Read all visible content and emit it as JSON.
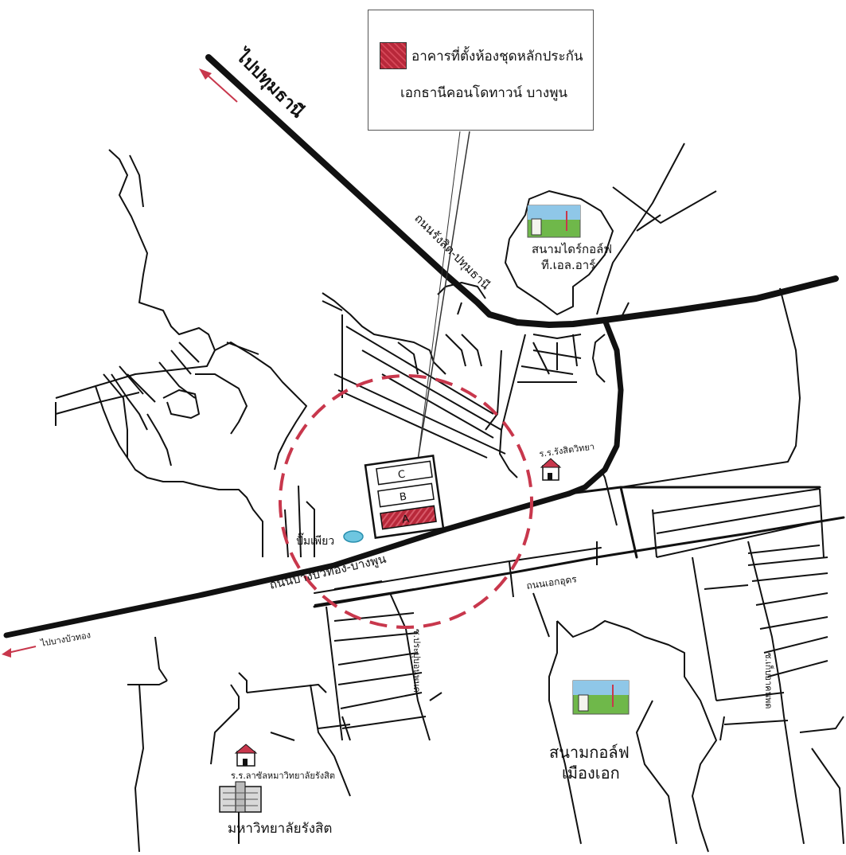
{
  "legend": {
    "line1": "อาคารที่ตั้งห้องชุดหลักประกัน",
    "line2": "เอกธานีคอนโดทาวน์ บางพูน"
  },
  "directions": {
    "pathum_thani": "ไปปทุมธานี",
    "bang_bua_thong": "ไปบางบัวทอง"
  },
  "roads": {
    "rangsit_pathum": "ถนนรังสิต-ปทุมธานี",
    "bang_bua_thong_bang_phun": "ถนนบางบัวทอง-บางพูน",
    "ekudom": "ถนนเอกอุดร",
    "side_road_left": "ซ.ประปุบอนพนด",
    "side_road_right": "ซ.เก็บอาคนพด"
  },
  "places": {
    "tlr_golf": [
      "สนามไดร์กอล์ฟ",
      "ที.เอล.อาร์"
    ],
    "school_rangsit": "ร.ร.รังสิตวิทยา",
    "gas_station": "ปั๊มเพียว",
    "golf_muang_ake": [
      "สนามกอล์ฟ",
      "เมืองเอก"
    ],
    "lasalle_school": "ร.ร.ลาซัลหมาวิทยาลัยรังสิต",
    "rangsit_university": "มหาวิทยาลัยรังสิต"
  },
  "buildings": [
    "C",
    "B",
    "A"
  ],
  "colors": {
    "road": "#111111",
    "accent": "#c8374c",
    "building_fill": "#b8283a"
  }
}
